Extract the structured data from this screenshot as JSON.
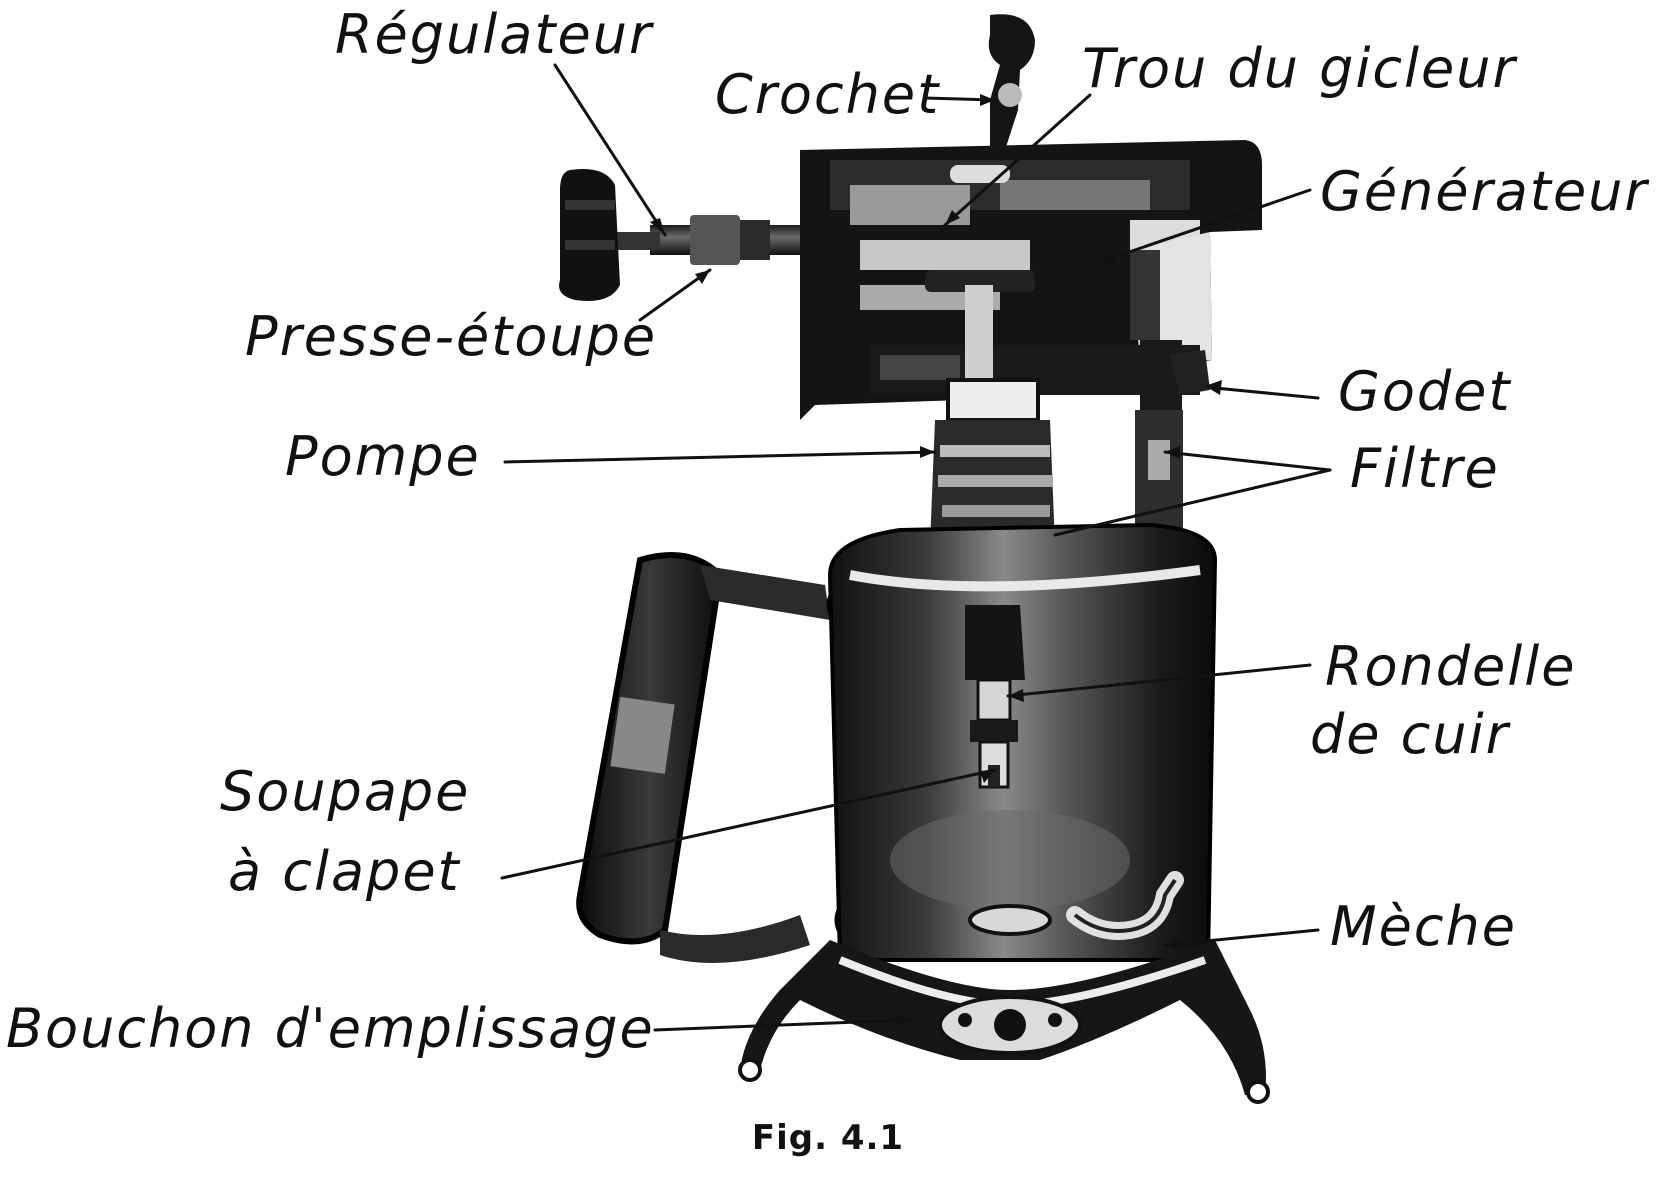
{
  "figure": {
    "caption": "Fig.  4.1",
    "labels": {
      "regulateur": "Régulateur",
      "crochet": "Crochet",
      "trou_du_gicleur": "Trou du gicleur",
      "generateur": "Générateur",
      "presse_etoupe": "Presse-étoupe",
      "godet": "Godet",
      "pompe": "Pompe",
      "filtre": "Filtre",
      "rondelle_line1": "Rondelle",
      "rondelle_line2": "de cuir",
      "soupape_line1": "Soupape",
      "soupape_line2": "à clapet",
      "meche": "Mèche",
      "bouchon": "Bouchon d'emplissage"
    }
  }
}
